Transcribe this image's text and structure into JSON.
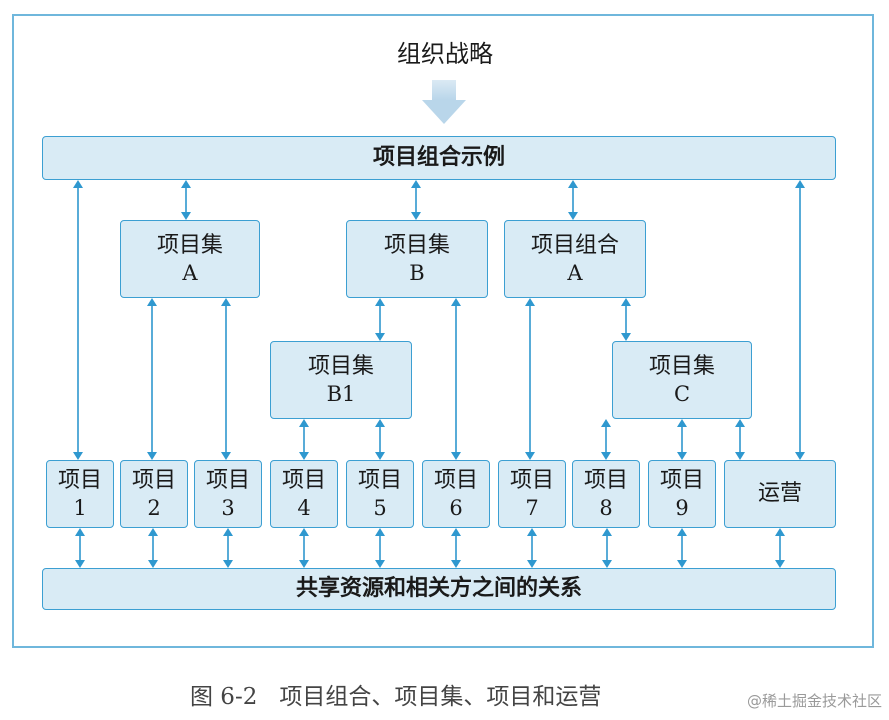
{
  "top_title": "组织战略",
  "portfolio_bar": "项目组合示例",
  "program_a": {
    "line1": "项目集",
    "line2": "A"
  },
  "program_b": {
    "line1": "项目集",
    "line2": "B"
  },
  "portfolio_a": {
    "line1": "项目组合",
    "line2": "A"
  },
  "program_b1": {
    "line1": "项目集",
    "line2": "B1"
  },
  "program_c": {
    "line1": "项目集",
    "line2": "C"
  },
  "projects": [
    {
      "label": "项目",
      "num": "1"
    },
    {
      "label": "项目",
      "num": "2"
    },
    {
      "label": "项目",
      "num": "3"
    },
    {
      "label": "项目",
      "num": "4"
    },
    {
      "label": "项目",
      "num": "5"
    },
    {
      "label": "项目",
      "num": "6"
    },
    {
      "label": "项目",
      "num": "7"
    },
    {
      "label": "项目",
      "num": "8"
    },
    {
      "label": "项目",
      "num": "9"
    }
  ],
  "operations": "运营",
  "shared_bar": "共享资源和相关方之间的关系",
  "caption": {
    "figure": "图 6-2",
    "text": "项目组合、项目集、项目和运营"
  },
  "watermark": "@稀土掘金技术社区",
  "colors": {
    "box_fill": "#d9ebf5",
    "box_border": "#3c9fd2",
    "arrow": "#2f98cf",
    "frame": "#6fb7dc"
  }
}
